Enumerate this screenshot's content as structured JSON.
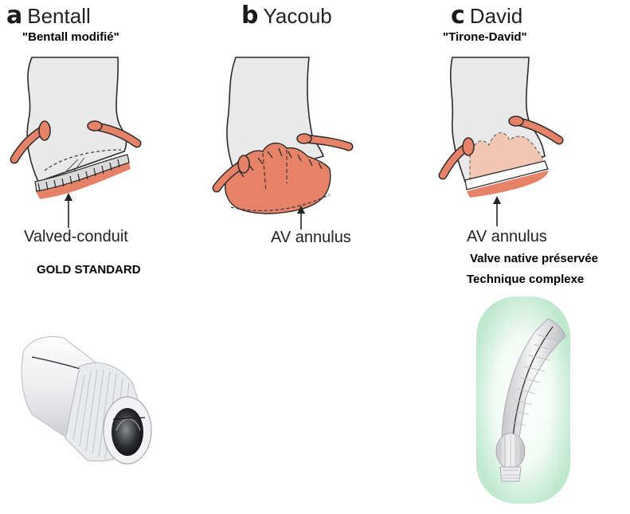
{
  "panels": [
    {
      "letter": "a",
      "name": "Bentall",
      "subtitle": "\"Bentall modifié\"",
      "callout": "Valved-conduit",
      "notes": [
        "GOLD STANDARD"
      ]
    },
    {
      "letter": "b",
      "name": "Yacoub",
      "subtitle": "",
      "callout": "AV annulus",
      "notes": []
    },
    {
      "letter": "c",
      "name": "David",
      "subtitle": "\"Tirone-David\"",
      "callout": "AV annulus",
      "notes": [
        "Valve native préservée",
        "Technique complexe"
      ]
    }
  ],
  "colors": {
    "aorta_fill": "#e9e9ea",
    "aorta_stroke": "#2b2b2b",
    "tissue": "#e58268",
    "tissue_light": "#f3c6b4",
    "glow": "#bfe8cf"
  }
}
